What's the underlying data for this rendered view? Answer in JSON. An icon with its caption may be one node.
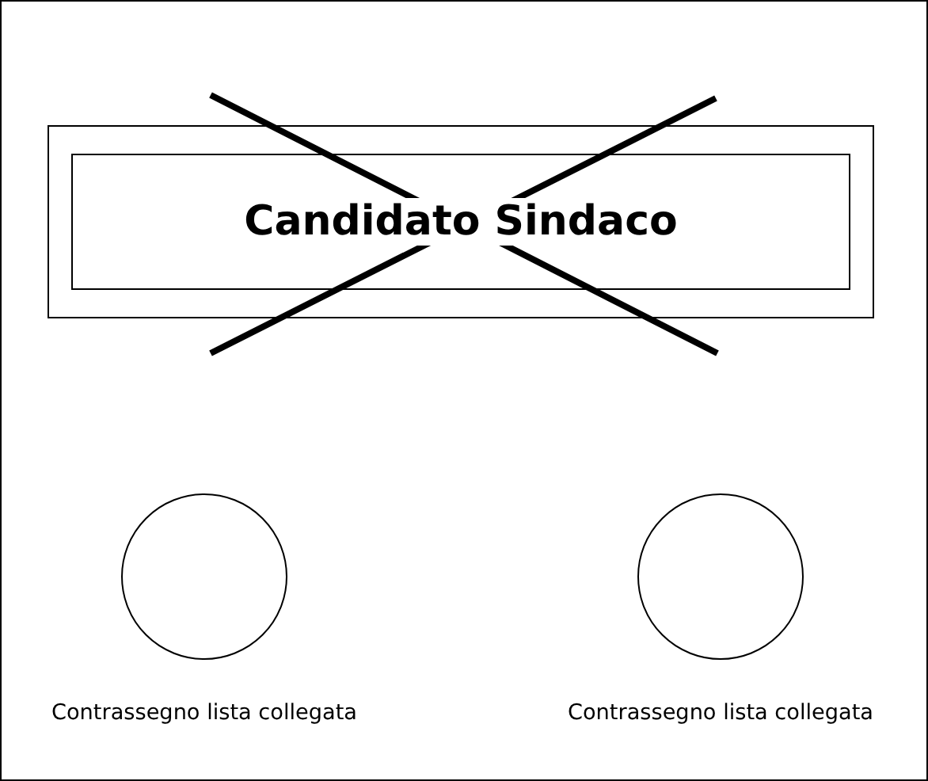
{
  "diagram": {
    "nodes": [
      {
        "text": [],
        "shape": "box"
      },
      {
        "text": [
          "Candidato Sindaco"
        ],
        "in": 0
      },
      {
        "text": [],
        "shape": "circle",
        "beside": [
          "Contrassegno lista collegata"
        ]
      },
      {
        "text": [],
        "shape": "circle",
        "beside": [
          "Contrassegno lista collegata"
        ]
      }
    ],
    "edges": []
  }
}
